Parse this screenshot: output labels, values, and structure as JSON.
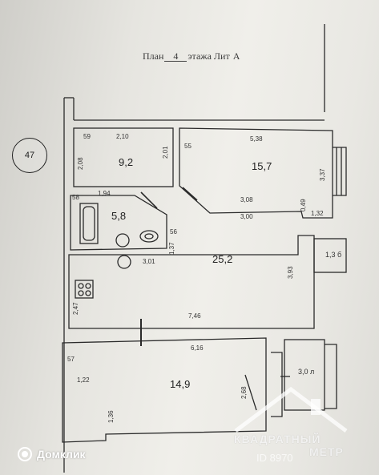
{
  "title": {
    "prefix": "План",
    "floor": "4",
    "suffix": "этажа Лит",
    "letter": "А"
  },
  "section_marker": "47",
  "rooms": {
    "room_9_2": {
      "number": "59",
      "area": "9,2",
      "width": "2,10",
      "height": "2,08",
      "side": "2,01"
    },
    "room_15_7": {
      "number": "55",
      "area": "15,7",
      "width": "5,38",
      "height": "3,37",
      "bottom_a": "3,08",
      "bottom_b": "3,00",
      "step_a": "0,49",
      "step_b": "1,32"
    },
    "room_5_8": {
      "number": "58",
      "area": "5,8",
      "width": "1,94",
      "number_b": "56",
      "height": "1,37"
    },
    "room_25_2": {
      "area": "25,2",
      "top": "3,01",
      "side": "3,93",
      "height": "2,47",
      "bottom": "7,46"
    },
    "room_14_9": {
      "number": "57",
      "area": "14,9",
      "width": "6,16",
      "left": "1,22",
      "side": "2,68",
      "small": "1,36"
    },
    "balcony_1": {
      "area": "1,3 б"
    },
    "balcony_2": {
      "area": "3,0 л"
    }
  },
  "watermark": {
    "domclick": "Домклик",
    "agency_line1": "КВАДРАТНЫЙ",
    "agency_line2": "МЕТР",
    "agency_id": "ID 8970"
  }
}
